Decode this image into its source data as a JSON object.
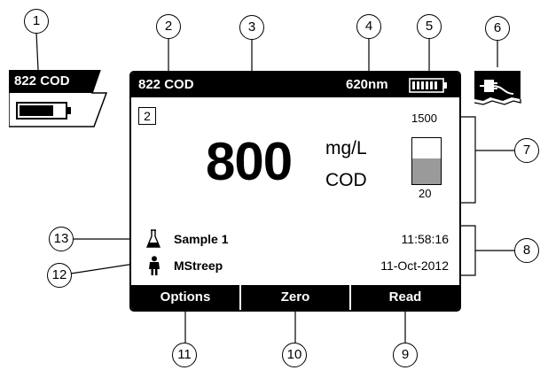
{
  "display": {
    "status_bar": {
      "program": "822 COD",
      "wavelength": "620nm",
      "battery_icon": "battery-full-icon"
    },
    "sample_count": "2",
    "reading": {
      "value": "800",
      "unit": "mg/L",
      "parameter": "COD"
    },
    "range_bar": {
      "max": "1500",
      "min": "20",
      "level_fraction": 0.55
    },
    "sample": {
      "name": "Sample 1",
      "time": "11:58:16",
      "icon": "flask-icon"
    },
    "operator": {
      "name": "MStreep",
      "date": "11-Oct-2012",
      "icon": "person-icon"
    },
    "softkeys": [
      {
        "label": "Options"
      },
      {
        "label": "Zero"
      },
      {
        "label": "Read"
      }
    ]
  },
  "inset_battery": {
    "program": "822 COD",
    "icon": "battery-low-icon"
  },
  "inset_power": {
    "icon": "power-plug-icon"
  },
  "callouts": [
    "1",
    "2",
    "3",
    "4",
    "5",
    "6",
    "7",
    "8",
    "9",
    "10",
    "11",
    "12",
    "13"
  ]
}
